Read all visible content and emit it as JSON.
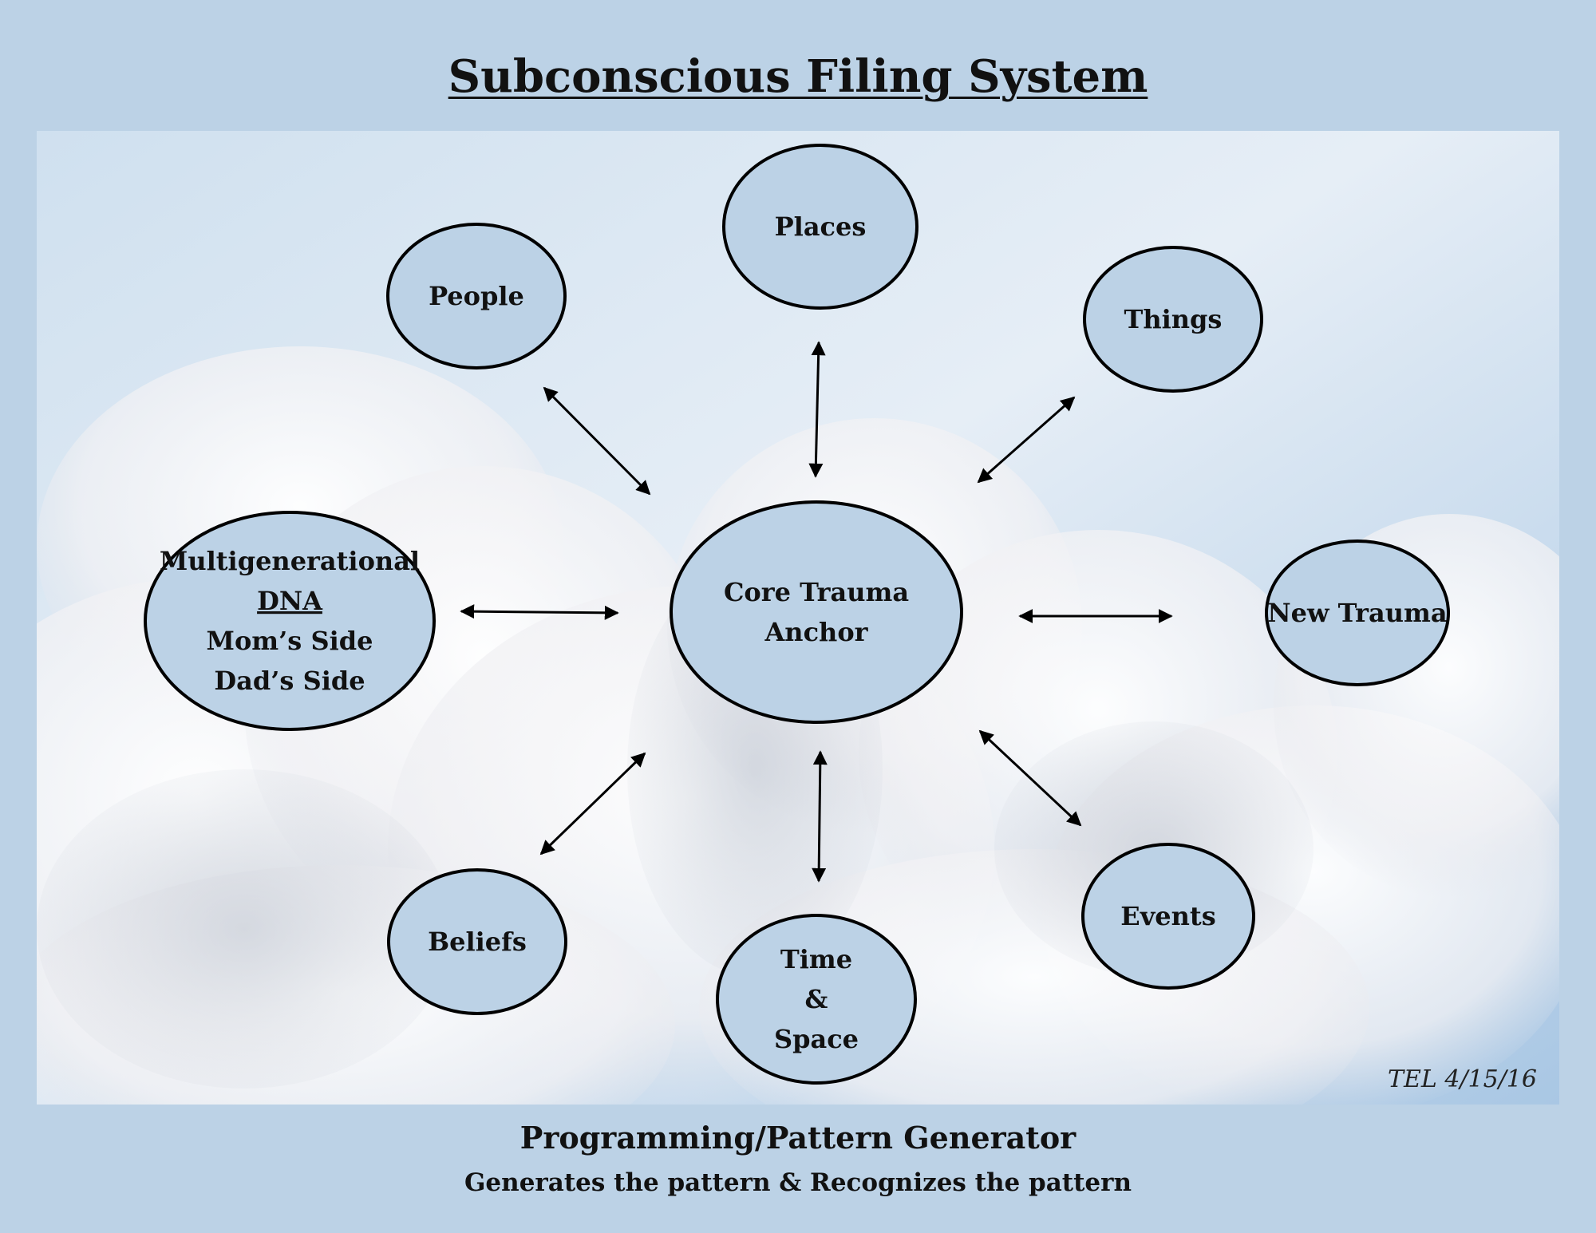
{
  "title": "Subconscious Filing System",
  "nodes": {
    "core": [
      "Core Trauma",
      "Anchor"
    ],
    "places": [
      "Places"
    ],
    "people": [
      "People"
    ],
    "things": [
      "Things"
    ],
    "dna": [
      "Multigenerational",
      "DNA",
      "Mom’s Side",
      "Dad’s Side"
    ],
    "new_trauma": [
      "New Trauma"
    ],
    "beliefs": [
      "Beliefs"
    ],
    "time_space": [
      "Time",
      "&",
      "Space"
    ],
    "events": [
      "Events"
    ]
  },
  "signature": "TEL 4/15/16",
  "footer": {
    "title": "Programming/Pattern Generator",
    "subtitle": "Generates the pattern & Recognizes the pattern"
  },
  "colors": {
    "page_background": "#bcd2e6",
    "node_fill": "#bcd2e6",
    "outline": "#000000"
  }
}
